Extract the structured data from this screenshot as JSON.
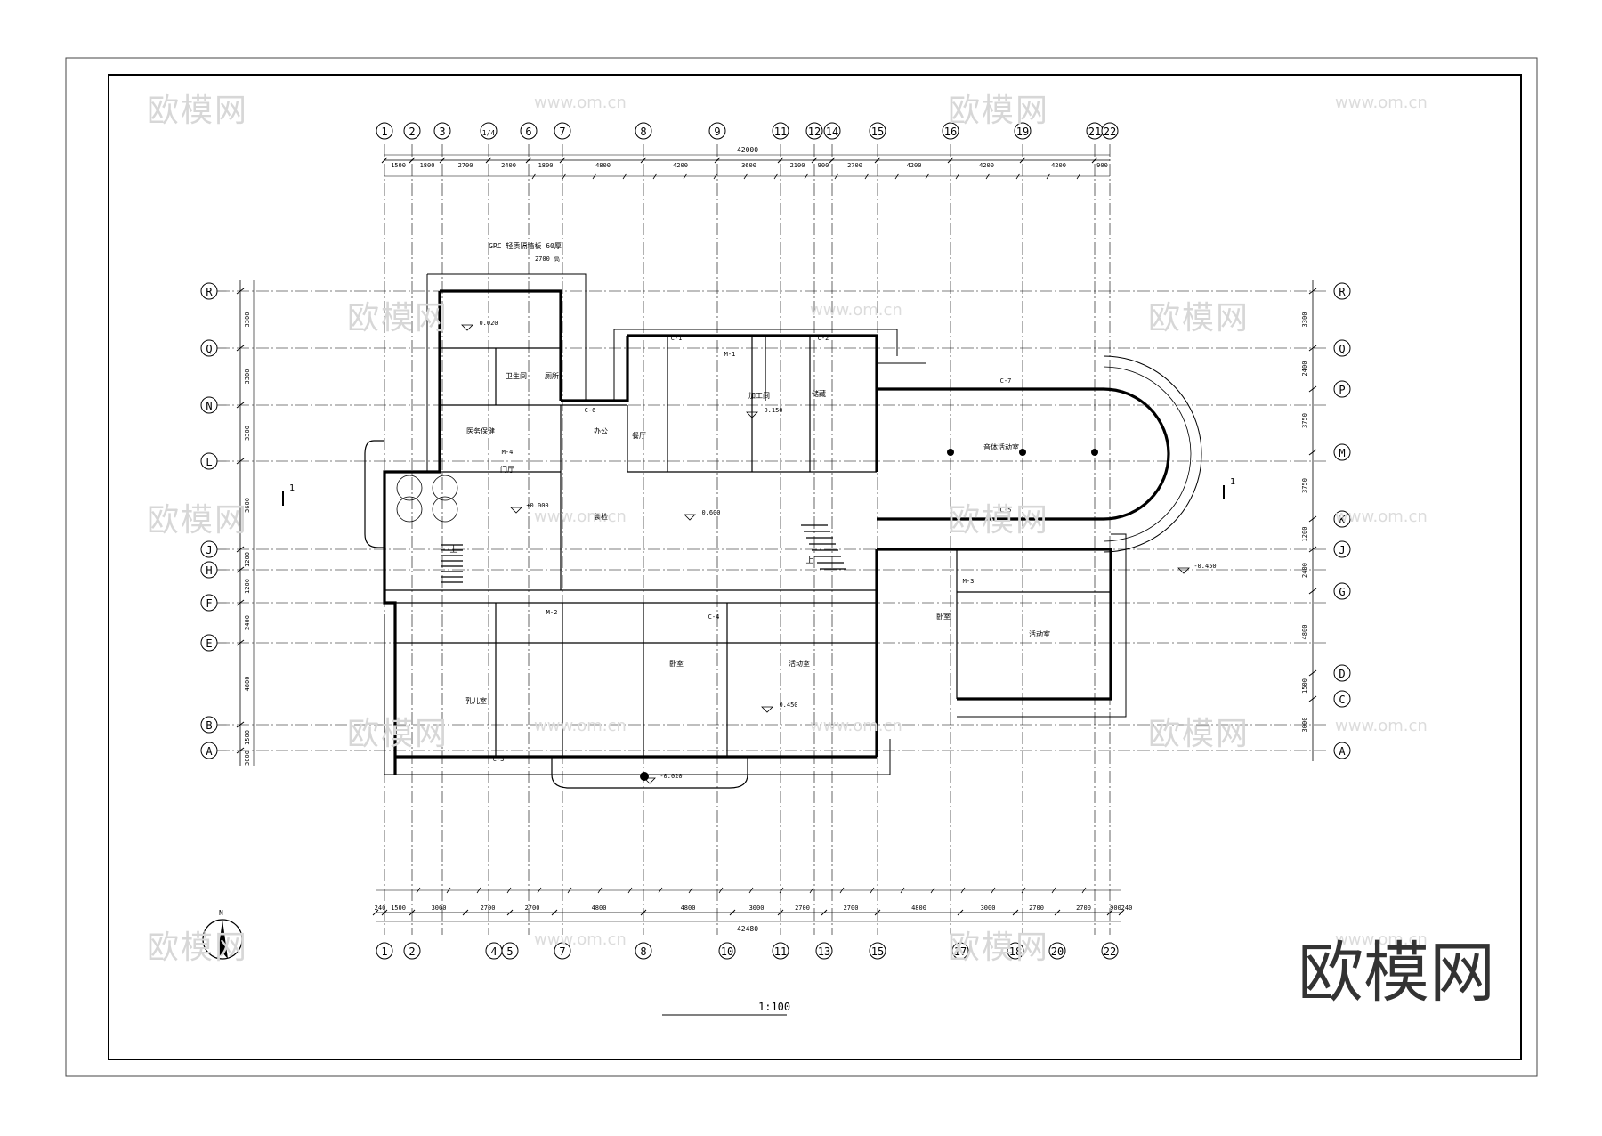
{
  "watermark": {
    "brand": "欧模网",
    "url": "www.om.cn"
  },
  "brand_logo": "欧模网",
  "scale": "1:100",
  "top_axes": [
    "1",
    "2",
    "3",
    "1/4",
    "6",
    "7",
    "8",
    "9",
    "11",
    "12",
    "14",
    "15",
    "16",
    "19",
    "21",
    "22"
  ],
  "bottom_axes": [
    "1",
    "2",
    "4",
    "5",
    "7",
    "8",
    "10",
    "11",
    "13",
    "15",
    "17",
    "18",
    "20",
    "22"
  ],
  "left_axes": [
    "R",
    "Q",
    "N",
    "L",
    "J",
    "H",
    "F",
    "E",
    "B",
    "A"
  ],
  "right_axes": [
    "R",
    "Q",
    "P",
    "M",
    "K",
    "J",
    "G",
    "D",
    "C",
    "A"
  ],
  "top_dims_row1": [
    "1500",
    "1800",
    "2700",
    "2400",
    "1800",
    "4800",
    "4200",
    "3600",
    "2100",
    "900",
    "2700",
    "4200",
    "4200",
    "4200",
    "900"
  ],
  "top_total": "42000",
  "bottom_dims_row1": [
    "240",
    "1500",
    "3000",
    "2700",
    "2700",
    "4800",
    "4800",
    "3000",
    "2700",
    "2700",
    "4800",
    "3000",
    "2700",
    "2700",
    "900",
    "240"
  ],
  "bottom_total": "42480",
  "left_dims": [
    "3300",
    "3300",
    "3300",
    "3600",
    "1200",
    "1200",
    "2400",
    "4800",
    "1500",
    "3000"
  ],
  "right_dims": [
    "3300",
    "2400",
    "3750",
    "3750",
    "1200",
    "2400",
    "4800",
    "1500",
    "3000"
  ],
  "rooms": [
    {
      "id": "kitchen-prep",
      "label": "加工间"
    },
    {
      "id": "dining",
      "label": "餐厅"
    },
    {
      "id": "lobby",
      "label": "门厅"
    },
    {
      "id": "activity-right",
      "label": "活动室"
    },
    {
      "id": "multi-hall",
      "label": "音体活动室"
    },
    {
      "id": "bedroom-1",
      "label": "卧室"
    },
    {
      "id": "bedroom-2",
      "label": "卧室"
    },
    {
      "id": "activity-left",
      "label": "活动室"
    },
    {
      "id": "infant",
      "label": "乳儿室"
    },
    {
      "id": "medical",
      "label": "医务保健"
    },
    {
      "id": "office",
      "label": "办公"
    },
    {
      "id": "morning-check",
      "label": "晨检"
    },
    {
      "id": "wash",
      "label": "卫生间"
    },
    {
      "id": "toilet",
      "label": "厕所"
    },
    {
      "id": "storage",
      "label": "储藏"
    }
  ],
  "level_marks": [
    "±0.000",
    "-0.450",
    "0.450",
    "-0.020",
    "0.020",
    "0.150",
    "0.600"
  ],
  "doors": [
    "M-1",
    "M-2",
    "M-3",
    "M-4"
  ],
  "windows": [
    "C-1",
    "C-2",
    "C-3",
    "C-4",
    "C-5",
    "C-6",
    "C-7"
  ],
  "notes": {
    "grc": "GRC 轻质隔墙板 60厚",
    "dim_2700": "2700 高"
  },
  "stair_label": "上",
  "section_marks": [
    "1",
    "1"
  ]
}
